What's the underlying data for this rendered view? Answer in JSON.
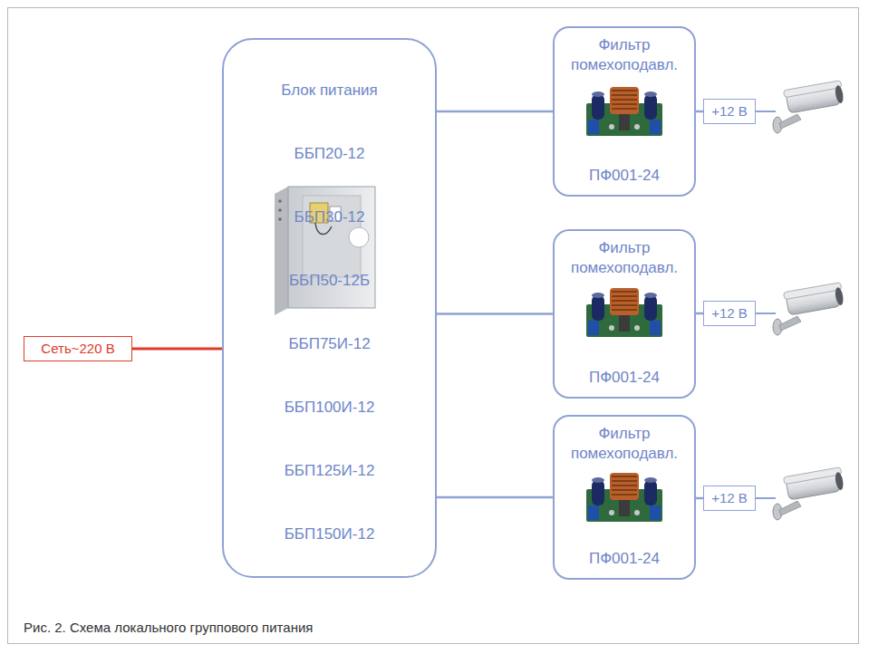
{
  "diagram": {
    "caption": "Рис. 2. Схема локального группового питания",
    "nodes": [
      {
        "text": [
          "Блок питания",
          "ББП20-12",
          "ББП30-12",
          "ББП50-12Б",
          "ББП75И-12",
          "ББП100И-12",
          "ББП125И-12",
          "ББП150И-12"
        ]
      },
      {
        "text": [
          "Фильтр помехоподавл.",
          "ПФ001-24"
        ]
      },
      {
        "text": [
          "Фильтр помехоподавл.",
          "ПФ001-24"
        ]
      },
      {
        "text": [
          "Фильтр помехоподавл.",
          "ПФ001-24"
        ]
      },
      {
        "text": [
          "+12 В"
        ]
      },
      {
        "text": [
          "+12 В"
        ]
      },
      {
        "text": [
          "+12 В"
        ]
      },
      {
        "text": [
          "Сеть~220 В"
        ]
      }
    ],
    "edges": [
      {
        "from": 7,
        "to": 0,
        "arrow": "none"
      },
      {
        "from": 0,
        "to": 1,
        "arrow": "none"
      },
      {
        "from": 0,
        "to": 2,
        "arrow": "none"
      },
      {
        "from": 0,
        "to": 3,
        "arrow": "none"
      },
      {
        "from": 1,
        "to": 4,
        "arrow": "none"
      },
      {
        "from": 2,
        "to": 5,
        "arrow": "none"
      },
      {
        "from": 3,
        "to": 6,
        "arrow": "none"
      }
    ]
  }
}
